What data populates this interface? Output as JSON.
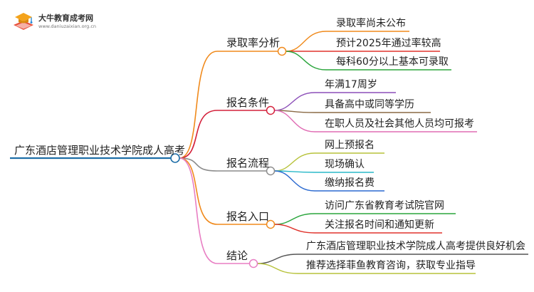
{
  "logo": {
    "name": "大牛教育成考网",
    "url": "www.daniuzaixian.org.cn",
    "colors": {
      "cap": "#f4a31b",
      "book": "#e8503a",
      "accent": "#2a8ad8"
    }
  },
  "mindmap": {
    "root": {
      "label": "广东酒店管理职业技术学院成人高考",
      "color": "#1e6fa8"
    },
    "branches": [
      {
        "label": "录取率分析",
        "color": "#f08a1c",
        "children": [
          "录取率尚未公布",
          "预计2025年通过率较高",
          "每科60分以上基本可录取"
        ],
        "child_colors": [
          "#f08a1c",
          "#e0342d",
          "#2aa53c"
        ]
      },
      {
        "label": "报名条件",
        "color": "#d4203a",
        "children": [
          "年满17周岁",
          "具备高中或同等学历",
          "在职人员及社会其他人员均可报考"
        ],
        "child_colors": [
          "#8c4fb8",
          "#8a6a45",
          "#e06db4"
        ]
      },
      {
        "label": "报名流程",
        "color": "#8c8c8c",
        "children": [
          "网上预报名",
          "现场确认",
          "缴纳报名费"
        ],
        "child_colors": [
          "#b7c23a",
          "#2ab9c9",
          "#2b6ad0"
        ]
      },
      {
        "label": "报名入口",
        "color": "#f08a1c",
        "children": [
          "访问广东省教育考试院官网",
          "关注报名时间和通知更新"
        ],
        "child_colors": [
          "#2aa53c",
          "#e0342d"
        ]
      },
      {
        "label": "结论",
        "color": "#e87ec3",
        "children": [
          "广东酒店管理职业技术学院成人高考提供良好机会",
          "推荐选择菲鱼教育咨询，获取专业指导"
        ],
        "child_colors": [
          "#555555",
          "#b7c23a"
        ]
      }
    ]
  }
}
